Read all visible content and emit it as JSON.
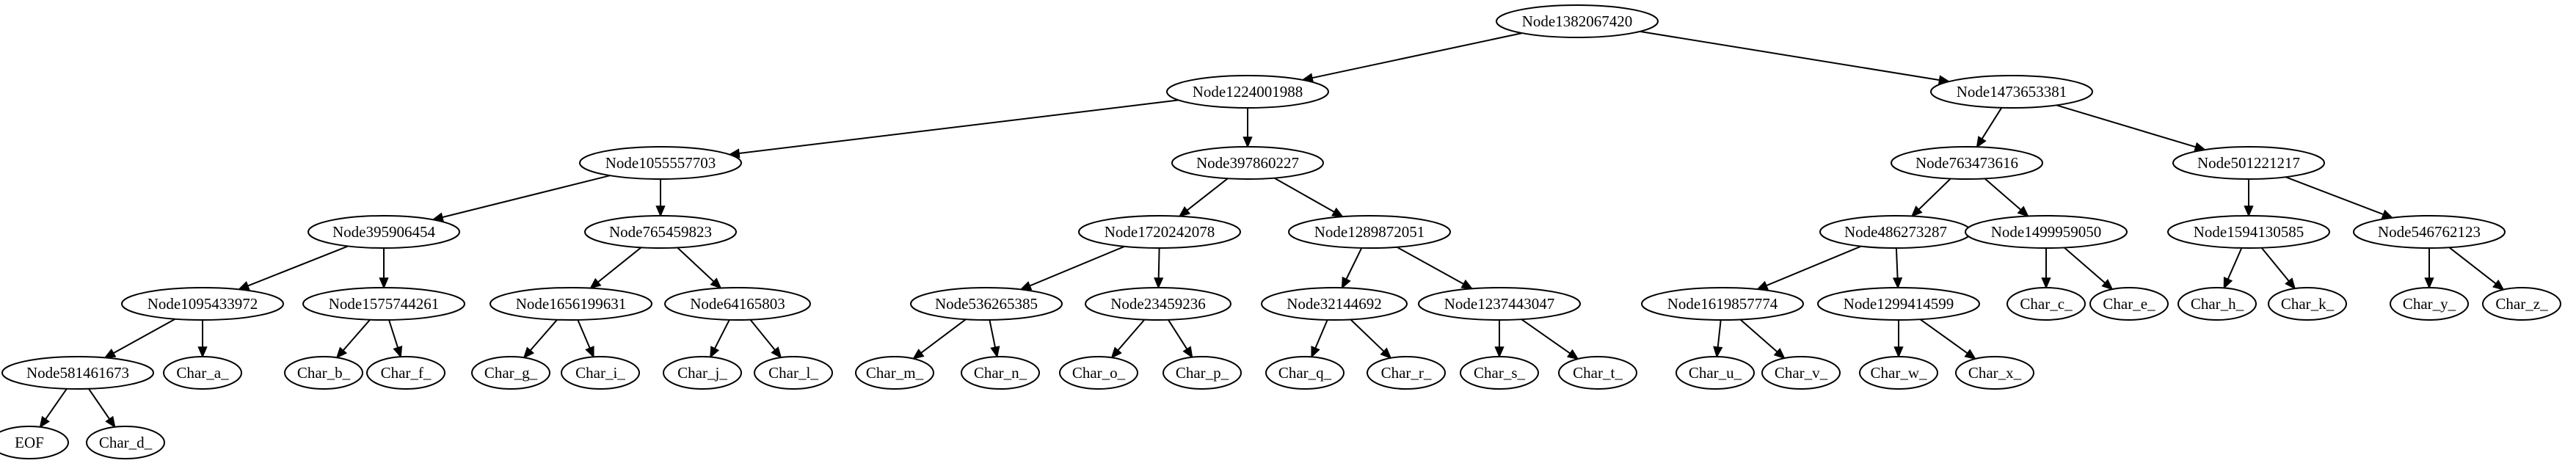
{
  "tree": {
    "nodes": [
      {
        "id": "Node1382067420",
        "label": "Node1382067420"
      },
      {
        "id": "Node1224001988",
        "label": "Node1224001988"
      },
      {
        "id": "Node1473653381",
        "label": "Node1473653381"
      },
      {
        "id": "Node1055557703",
        "label": "Node1055557703"
      },
      {
        "id": "Node397860227",
        "label": "Node397860227"
      },
      {
        "id": "Node395906454",
        "label": "Node395906454"
      },
      {
        "id": "Node765459823",
        "label": "Node765459823"
      },
      {
        "id": "Node1095433972",
        "label": "Node1095433972"
      },
      {
        "id": "Node1575744261",
        "label": "Node1575744261"
      },
      {
        "id": "Node581461673",
        "label": "Node581461673"
      },
      {
        "id": "EOF",
        "label": "EOF"
      },
      {
        "id": "Char_d_",
        "label": "Char_d_"
      },
      {
        "id": "Char_a_",
        "label": "Char_a_"
      },
      {
        "id": "Char_b_",
        "label": "Char_b_"
      },
      {
        "id": "Char_f_",
        "label": "Char_f_"
      },
      {
        "id": "Node1656199631",
        "label": "Node1656199631"
      },
      {
        "id": "Node64165803",
        "label": "Node64165803"
      },
      {
        "id": "Char_g_",
        "label": "Char_g_"
      },
      {
        "id": "Char_i_",
        "label": "Char_i_"
      },
      {
        "id": "Char_j_",
        "label": "Char_j_"
      },
      {
        "id": "Char_l_",
        "label": "Char_l_"
      },
      {
        "id": "Node1720242078",
        "label": "Node1720242078"
      },
      {
        "id": "Node1289872051",
        "label": "Node1289872051"
      },
      {
        "id": "Node536265385",
        "label": "Node536265385"
      },
      {
        "id": "Node23459236",
        "label": "Node23459236"
      },
      {
        "id": "Char_m_",
        "label": "Char_m_"
      },
      {
        "id": "Char_n_",
        "label": "Char_n_"
      },
      {
        "id": "Char_o_",
        "label": "Char_o_"
      },
      {
        "id": "Char_p_",
        "label": "Char_p_"
      },
      {
        "id": "Node32144692",
        "label": "Node32144692"
      },
      {
        "id": "Node1237443047",
        "label": "Node1237443047"
      },
      {
        "id": "Char_q_",
        "label": "Char_q_"
      },
      {
        "id": "Char_r_",
        "label": "Char_r_"
      },
      {
        "id": "Char_s_",
        "label": "Char_s_"
      },
      {
        "id": "Char_t_",
        "label": "Char_t_"
      },
      {
        "id": "Node763473616",
        "label": "Node763473616"
      },
      {
        "id": "Node501221217",
        "label": "Node501221217"
      },
      {
        "id": "Node486273287",
        "label": "Node486273287"
      },
      {
        "id": "Node1499959050",
        "label": "Node1499959050"
      },
      {
        "id": "Node1619857774",
        "label": "Node1619857774"
      },
      {
        "id": "Node1299414599",
        "label": "Node1299414599"
      },
      {
        "id": "Char_u_",
        "label": "Char_u_"
      },
      {
        "id": "Char_v_",
        "label": "Char_v_"
      },
      {
        "id": "Char_w_",
        "label": "Char_w_"
      },
      {
        "id": "Char_x_",
        "label": "Char_x_"
      },
      {
        "id": "Char_c_",
        "label": "Char_c_"
      },
      {
        "id": "Char_e_",
        "label": "Char_e_"
      },
      {
        "id": "Node1594130585",
        "label": "Node1594130585"
      },
      {
        "id": "Node546762123",
        "label": "Node546762123"
      },
      {
        "id": "Char_h_",
        "label": "Char_h_"
      },
      {
        "id": "Char_k_",
        "label": "Char_k_"
      },
      {
        "id": "Char_y_",
        "label": "Char_y_"
      },
      {
        "id": "Char_z_",
        "label": "Char_z_"
      }
    ],
    "edges": [
      [
        "Node1382067420",
        "Node1224001988"
      ],
      [
        "Node1382067420",
        "Node1473653381"
      ],
      [
        "Node1224001988",
        "Node1055557703"
      ],
      [
        "Node1224001988",
        "Node397860227"
      ],
      [
        "Node1055557703",
        "Node395906454"
      ],
      [
        "Node1055557703",
        "Node765459823"
      ],
      [
        "Node395906454",
        "Node1095433972"
      ],
      [
        "Node395906454",
        "Node1575744261"
      ],
      [
        "Node1095433972",
        "Node581461673"
      ],
      [
        "Node1095433972",
        "Char_a_"
      ],
      [
        "Node581461673",
        "EOF"
      ],
      [
        "Node581461673",
        "Char_d_"
      ],
      [
        "Node1575744261",
        "Char_b_"
      ],
      [
        "Node1575744261",
        "Char_f_"
      ],
      [
        "Node765459823",
        "Node1656199631"
      ],
      [
        "Node765459823",
        "Node64165803"
      ],
      [
        "Node1656199631",
        "Char_g_"
      ],
      [
        "Node1656199631",
        "Char_i_"
      ],
      [
        "Node64165803",
        "Char_j_"
      ],
      [
        "Node64165803",
        "Char_l_"
      ],
      [
        "Node397860227",
        "Node1720242078"
      ],
      [
        "Node397860227",
        "Node1289872051"
      ],
      [
        "Node1720242078",
        "Node536265385"
      ],
      [
        "Node1720242078",
        "Node23459236"
      ],
      [
        "Node536265385",
        "Char_m_"
      ],
      [
        "Node536265385",
        "Char_n_"
      ],
      [
        "Node23459236",
        "Char_o_"
      ],
      [
        "Node23459236",
        "Char_p_"
      ],
      [
        "Node1289872051",
        "Node32144692"
      ],
      [
        "Node1289872051",
        "Node1237443047"
      ],
      [
        "Node32144692",
        "Char_q_"
      ],
      [
        "Node32144692",
        "Char_r_"
      ],
      [
        "Node1237443047",
        "Char_s_"
      ],
      [
        "Node1237443047",
        "Char_t_"
      ],
      [
        "Node1473653381",
        "Node763473616"
      ],
      [
        "Node1473653381",
        "Node501221217"
      ],
      [
        "Node763473616",
        "Node486273287"
      ],
      [
        "Node763473616",
        "Node1499959050"
      ],
      [
        "Node486273287",
        "Node1619857774"
      ],
      [
        "Node486273287",
        "Node1299414599"
      ],
      [
        "Node1619857774",
        "Char_u_"
      ],
      [
        "Node1619857774",
        "Char_v_"
      ],
      [
        "Node1299414599",
        "Char_w_"
      ],
      [
        "Node1299414599",
        "Char_x_"
      ],
      [
        "Node1499959050",
        "Char_c_"
      ],
      [
        "Node1499959050",
        "Char_e_"
      ],
      [
        "Node501221217",
        "Node1594130585"
      ],
      [
        "Node501221217",
        "Node546762123"
      ],
      [
        "Node1594130585",
        "Char_h_"
      ],
      [
        "Node1594130585",
        "Char_k_"
      ],
      [
        "Node546762123",
        "Char_y_"
      ],
      [
        "Node546762123",
        "Char_z_"
      ]
    ]
  }
}
